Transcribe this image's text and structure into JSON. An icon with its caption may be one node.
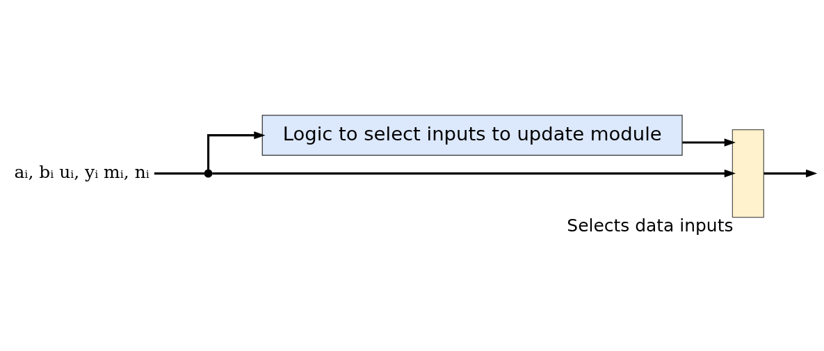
{
  "diagram": {
    "nodes": [
      {
        "text": [
          "aᵢ, bᵢ uᵢ, yᵢ mᵢ, nᵢ"
        ]
      },
      {
        "text": [],
        "shape": "circle"
      },
      {
        "text": [
          "Logic to select inputs to update module"
        ]
      },
      {
        "text": [],
        "shape": "trapezoid",
        "beside": [
          "Selects data inputs"
        ]
      }
    ],
    "edges": [
      {
        "from": 0,
        "to": 1,
        "arrow": "none"
      },
      {
        "from": 1,
        "to": 2,
        "arrow": "to"
      },
      {
        "from": 1,
        "to": 3,
        "arrow": "to"
      },
      {
        "from": 2,
        "to": 3,
        "arrow": "to"
      },
      {
        "from": 3,
        "to": null,
        "arrow": "to"
      }
    ]
  }
}
